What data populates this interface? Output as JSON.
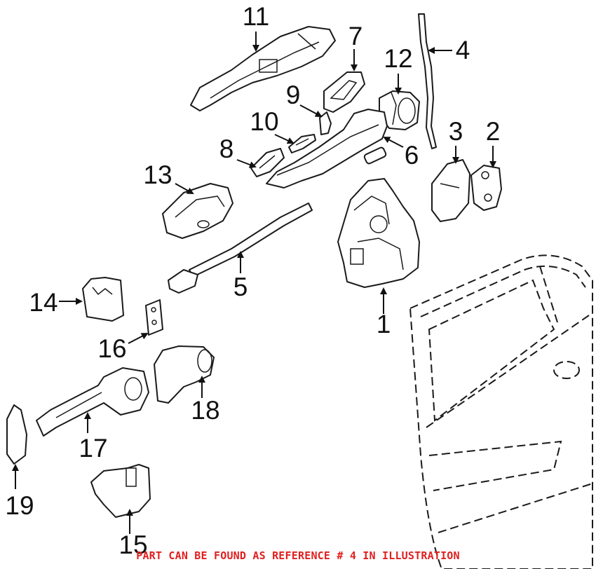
{
  "callouts": [
    "1",
    "2",
    "3",
    "4",
    "5",
    "6",
    "7",
    "8",
    "9",
    "10",
    "11",
    "12",
    "13",
    "14",
    "15",
    "16",
    "17",
    "18",
    "19"
  ],
  "footer_note": "PART CAN BE FOUND AS REFERENCE # 4 IN ILLUSTRATION",
  "colors": {
    "note": "#e02020",
    "line": "#1a1a1a"
  }
}
